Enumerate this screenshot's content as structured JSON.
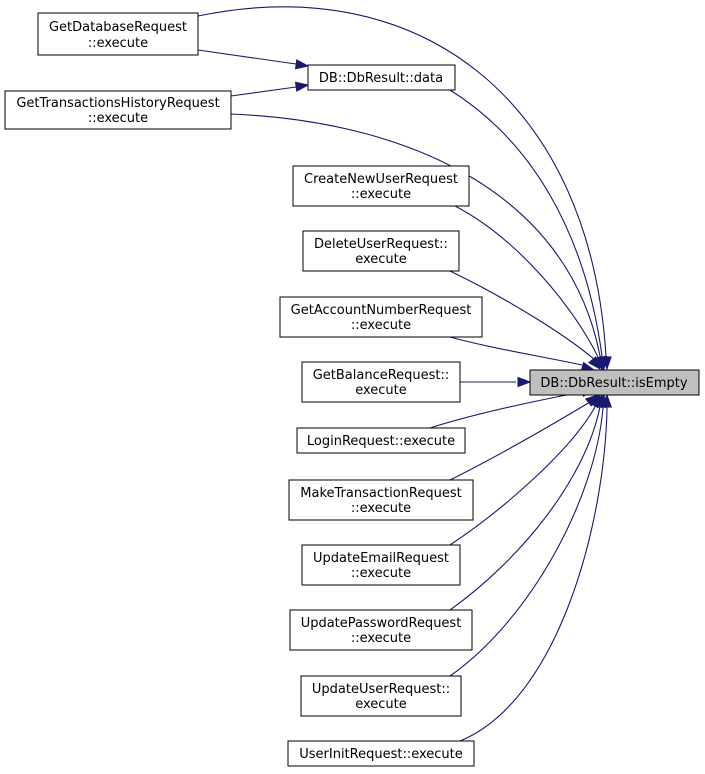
{
  "nodes": {
    "get_database": {
      "line1": "GetDatabaseRequest",
      "line2": "::execute"
    },
    "dbresult_data": {
      "line1": "DB::DbResult::data"
    },
    "get_tx_history": {
      "line1": "GetTransactionsHistoryRequest",
      "line2": "::execute"
    },
    "create_new_user": {
      "line1": "CreateNewUserRequest",
      "line2": "::execute"
    },
    "delete_user": {
      "line1": "DeleteUserRequest::",
      "line2": "execute"
    },
    "get_account_number": {
      "line1": "GetAccountNumberRequest",
      "line2": "::execute"
    },
    "get_balance": {
      "line1": "GetBalanceRequest::",
      "line2": "execute"
    },
    "login": {
      "line1": "LoginRequest::execute"
    },
    "make_transaction": {
      "line1": "MakeTransactionRequest",
      "line2": "::execute"
    },
    "update_email": {
      "line1": "UpdateEmailRequest",
      "line2": "::execute"
    },
    "update_password": {
      "line1": "UpdatePasswordRequest",
      "line2": "::execute"
    },
    "update_user": {
      "line1": "UpdateUserRequest::",
      "line2": "execute"
    },
    "user_init": {
      "line1": "UserInitRequest::execute"
    },
    "is_empty": {
      "line1": "DB::DbResult::isEmpty"
    }
  },
  "edges": [
    {
      "from": "get_database",
      "to": "dbresult_data"
    },
    {
      "from": "get_tx_history",
      "to": "dbresult_data"
    },
    {
      "from": "get_database",
      "to": "is_empty"
    },
    {
      "from": "dbresult_data",
      "to": "is_empty"
    },
    {
      "from": "get_tx_history",
      "to": "is_empty"
    },
    {
      "from": "create_new_user",
      "to": "is_empty"
    },
    {
      "from": "delete_user",
      "to": "is_empty"
    },
    {
      "from": "get_account_number",
      "to": "is_empty"
    },
    {
      "from": "get_balance",
      "to": "is_empty"
    },
    {
      "from": "login",
      "to": "is_empty"
    },
    {
      "from": "make_transaction",
      "to": "is_empty"
    },
    {
      "from": "update_email",
      "to": "is_empty"
    },
    {
      "from": "update_password",
      "to": "is_empty"
    },
    {
      "from": "update_user",
      "to": "is_empty"
    },
    {
      "from": "user_init",
      "to": "is_empty"
    }
  ],
  "colors": {
    "edge": "#191970",
    "focus_fill": "#bfbfbf",
    "border": "#000000"
  }
}
